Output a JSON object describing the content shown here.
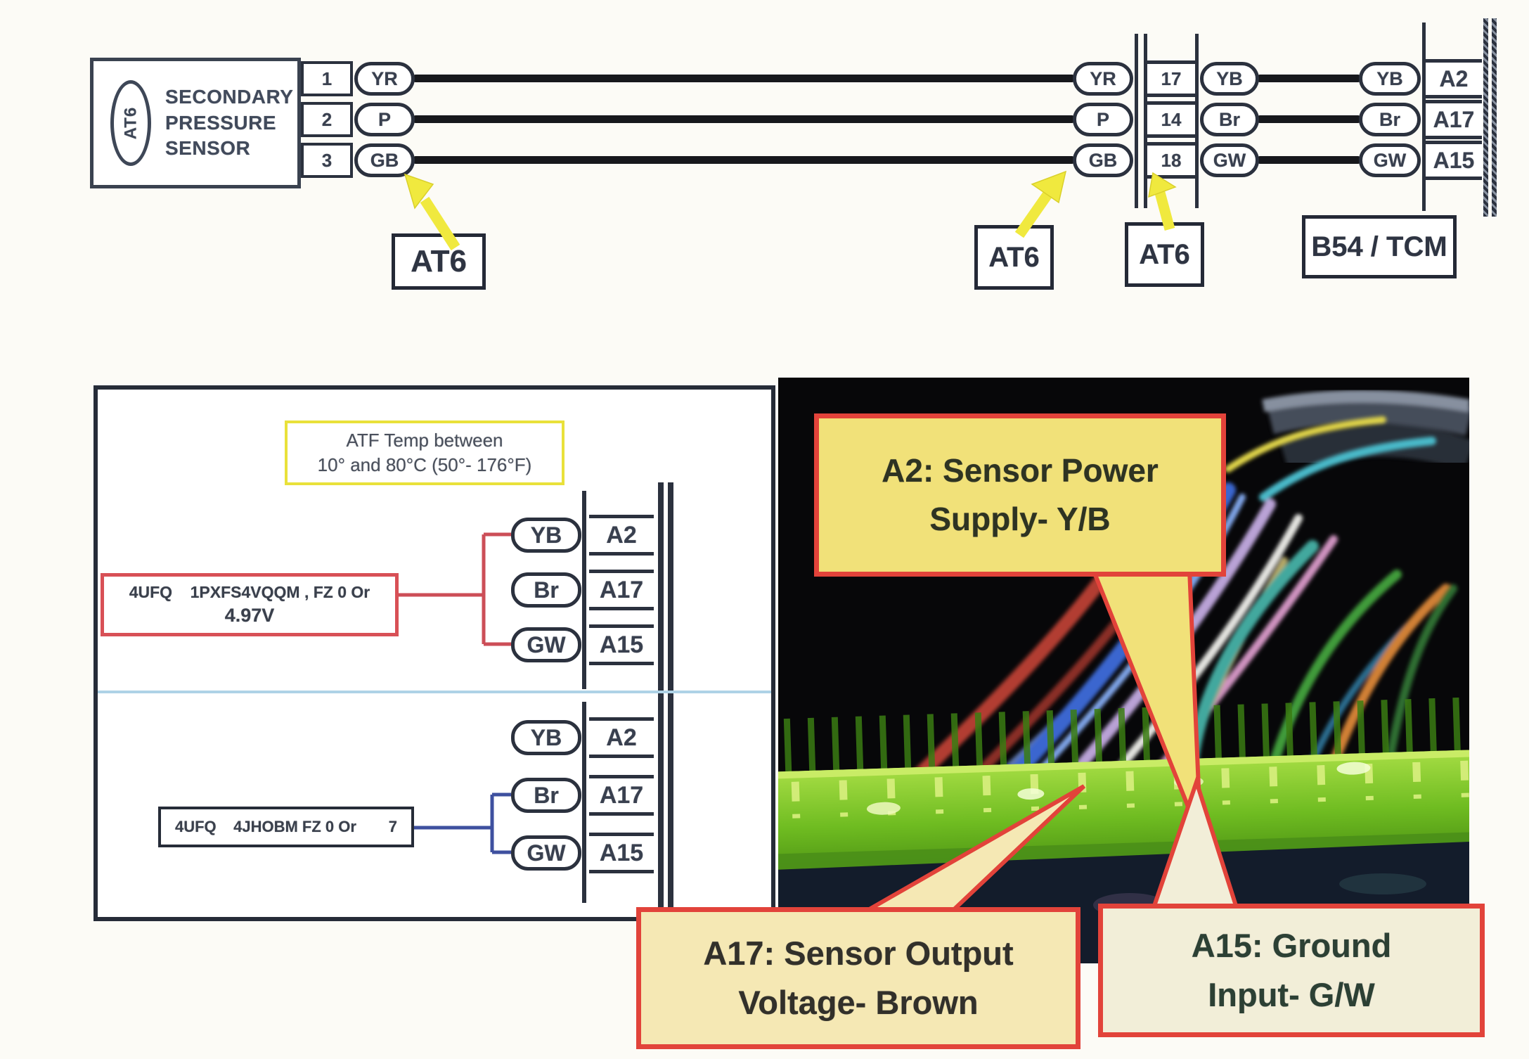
{
  "colors": {
    "arrow_yellow": "#f0e93e",
    "note_border_yellow": "#e9e13a",
    "test_box_red": "#d85056",
    "meter_wire_red": "#cc4e57",
    "meter_wire_blue": "#3e509f",
    "callout_border_red": "#e2433a",
    "callout_fill_yellow": "#f1e179",
    "callout_fill_cream": "#f2eed8"
  },
  "top_diagram": {
    "component": {
      "connector_code": "AT6",
      "name_lines": [
        "SECONDARY",
        "PRESSURE",
        "SENSOR"
      ]
    },
    "pins": [
      {
        "num": "1",
        "wire": "YR"
      },
      {
        "num": "2",
        "wire": "P"
      },
      {
        "num": "3",
        "wire": "GB"
      }
    ],
    "junction": {
      "rows": [
        {
          "left": "YR",
          "cavity": "17",
          "right": "YB"
        },
        {
          "left": "P",
          "cavity": "14",
          "right": "Br"
        },
        {
          "left": "GB",
          "cavity": "18",
          "right": "GW"
        }
      ]
    },
    "tcm": {
      "rows": [
        {
          "wire": "YB",
          "pin": "A2"
        },
        {
          "wire": "Br",
          "pin": "A17"
        },
        {
          "wire": "GW",
          "pin": "A15"
        }
      ]
    },
    "labels": {
      "sensor_connector": "AT6",
      "harness_connector_1": "AT6",
      "harness_connector_2": "AT6",
      "tcm_connector": "B54 / TCM"
    }
  },
  "test_panel": {
    "temp_note_line1": "ATF Temp between",
    "temp_note_line2": "10° and 80°C (50°- 176°F)",
    "upper_test": {
      "text": "4UFQ    1PXFS4VQQM , FZ 0 Or",
      "value": "4.97V",
      "pins": [
        {
          "wire": "YB",
          "pin": "A2"
        },
        {
          "wire": "Br",
          "pin": "A17"
        },
        {
          "wire": "GW",
          "pin": "A15"
        }
      ]
    },
    "lower_test": {
      "text": "4UFQ    4JHOBM FZ 0 Or",
      "value": "7",
      "pins": [
        {
          "wire": "YB",
          "pin": "A2"
        },
        {
          "wire": "Br",
          "pin": "A17"
        },
        {
          "wire": "GW",
          "pin": "A15"
        }
      ]
    }
  },
  "photo_callouts": {
    "a2_line1": "A2: Sensor Power",
    "a2_line2": "Supply- Y/B",
    "a17_line1": "A17: Sensor Output",
    "a17_line2": "Voltage- Brown",
    "a15_line1": "A15: Ground",
    "a15_line2": "Input- G/W"
  }
}
